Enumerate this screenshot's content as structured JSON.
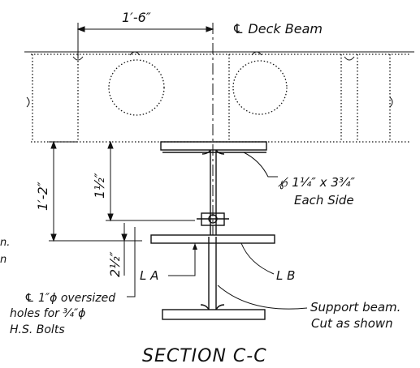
{
  "labels": {
    "dim_top": "1′-6″",
    "cl_deck_beam": "℄ Deck Beam",
    "dim_left": "1′-2″",
    "dim_mid": "1½″",
    "dim_low": "2½″",
    "plate": "℘̸ 1¼″ x 3¾″",
    "each_side": "Each Side",
    "angle_a": "L A",
    "angle_b": "L B",
    "cut_left1": "n.",
    "cut_left2": "n",
    "holes1": "℄ 1″ϕ oversized",
    "holes2": "holes for ¾″ϕ",
    "holes3": "H.S. Bolts",
    "support1": "Support beam.",
    "support2": "Cut as shown",
    "section_title": "SECTION C-C"
  }
}
